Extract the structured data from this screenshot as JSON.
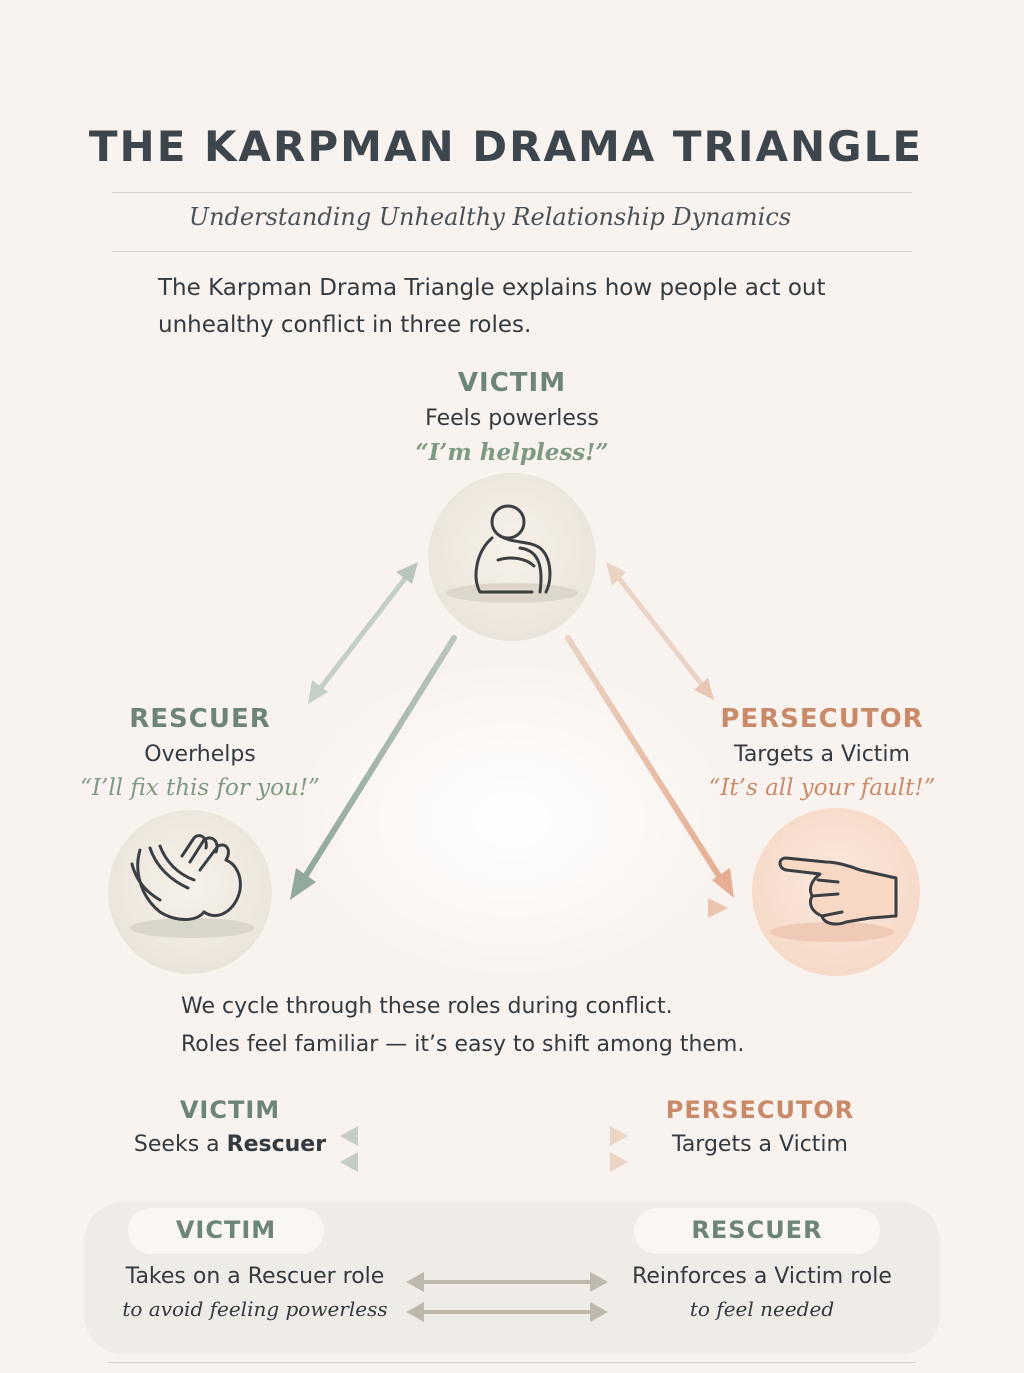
{
  "header": {
    "title": "THE KARPMAN DRAMA TRIANGLE",
    "subtitle": "Understanding Unhealthy Relationship Dynamics",
    "intro_line1": "The Karpman Drama Triangle explains how people act out",
    "intro_line2": "unhealthy conflict in three roles."
  },
  "triangle": {
    "victim": {
      "name": "VICTIM",
      "desc": "Feels powerless",
      "quote": "“I’m helpless!”",
      "icon": "hugging-knees-figure-icon"
    },
    "rescuer": {
      "name": "RESCUER",
      "desc": "Overhelps",
      "quote": "“I’ll fix this for you!”",
      "icon": "open-hands-icon"
    },
    "persecutor": {
      "name": "PERSECUTOR",
      "desc": "Targets a Victim",
      "quote": "“It’s all your fault!”",
      "icon": "pointing-finger-icon"
    }
  },
  "cycle": {
    "line1": "We cycle through these roles during conflict.",
    "line2": "Roles feel familiar — it’s easy to shift among them."
  },
  "pair1": {
    "left_name": "VICTIM",
    "left_text_prefix": "Seeks a ",
    "left_text_bold": "Rescuer",
    "right_name": "PERSECUTOR",
    "right_text": "Targets a Victim"
  },
  "pair2": {
    "left_name": "VICTIM",
    "left_line1": "Takes on a Rescuer role",
    "left_line2": "to avoid feeling powerless",
    "right_name": "RESCUER",
    "right_line1": "Reinforces a Victim role",
    "right_line2": "to feel needed"
  },
  "colors": {
    "background": "#f9f3ef",
    "green_accent": "#6c8576",
    "orange_accent": "#c98a6a",
    "text": "#333a40"
  }
}
